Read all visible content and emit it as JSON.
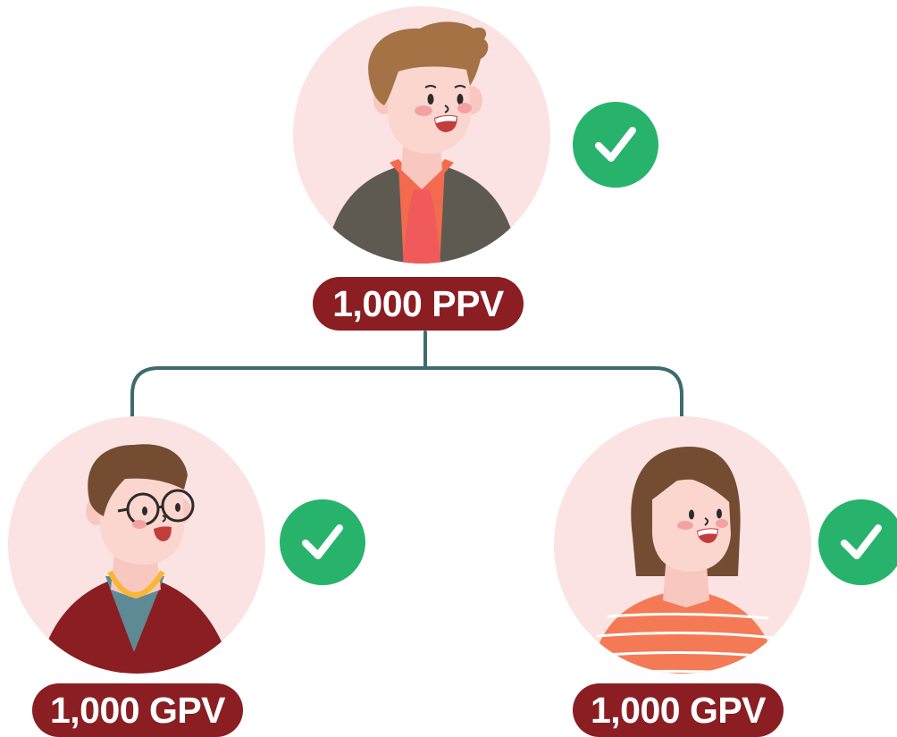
{
  "nodes": [
    {
      "id": "top",
      "label": "1,000 PPV",
      "verified": true,
      "avatar": "man-avatar-with-tie"
    },
    {
      "id": "left",
      "label": "1,000 GPV",
      "verified": true,
      "avatar": "man-avatar-with-glasses"
    },
    {
      "id": "right",
      "label": "1,000 GPV",
      "verified": true,
      "avatar": "woman-avatar"
    }
  ],
  "connectors": [
    {
      "from": "top",
      "to": "left"
    },
    {
      "from": "top",
      "to": "right"
    }
  ],
  "icons": {
    "verified": "check-circle-icon"
  },
  "colors": {
    "label_bg": "#8a1e22",
    "label_text": "#ffffff",
    "avatar_bg": "#fce3e3",
    "check_bg": "#27b36b",
    "connector": "#3e6b70"
  }
}
